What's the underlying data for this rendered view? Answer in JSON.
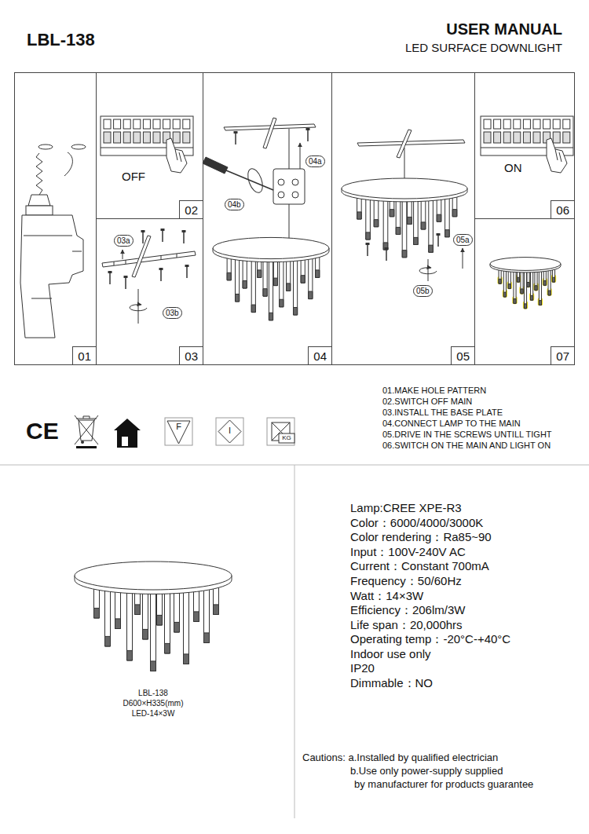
{
  "diagram": {
    "title": "USER MANUAL",
    "nodes": [
      {
        "text": [
          "01"
        ]
      },
      {
        "text": [
          "02"
        ]
      },
      {
        "text": [
          "03"
        ]
      },
      {
        "text": [
          "03a"
        ],
        "in": 2
      },
      {
        "text": [
          "03b"
        ],
        "in": 2
      },
      {
        "text": [
          "04"
        ]
      },
      {
        "text": [
          "04a"
        ],
        "in": 5
      },
      {
        "text": [
          "04b"
        ],
        "in": 5
      },
      {
        "text": [
          "05"
        ]
      },
      {
        "text": [
          "05a"
        ],
        "in": 8
      },
      {
        "text": [
          "05b"
        ],
        "in": 8
      },
      {
        "text": [
          "06"
        ]
      },
      {
        "text": [
          "07"
        ]
      }
    ],
    "labels": [
      "LBL-138",
      "LED SURFACE DOWNLIGHT",
      "OFF",
      "ON",
      "CE",
      "F",
      "I",
      "KG",
      "01.MAKE HOLE PATTERN",
      "02.SWITCH OFF MAIN",
      "03.INSTALL THE BASE PLATE",
      "04.CONNECT LAMP TO THE MAIN",
      "05.DRIVE IN THE SCREWS UNTILL TIGHT",
      "06.SWITCH ON THE MAIN AND LIGHT ON",
      "LBL-138",
      "D600×H335(mm)",
      "LED-14×3W",
      "Lamp:CREE XPE-R3",
      "Color：6000/4000/3000K",
      "Color rendering：Ra85~90",
      "Input：100V-240V AC",
      "Current：Constant 700mA",
      "Frequency：50/60Hz",
      "Watt：14×3W",
      "Efficiency：206lm/3W",
      "Life span：20,000hrs",
      "Operating temp：-20°C-+40°C",
      "Indoor use only",
      "IP20",
      "Dimmable：NO",
      "Cautions: a.Installed by qualified electrician",
      "b.Use only power-supply supplied",
      "by manufacturer for products guarantee"
    ]
  }
}
